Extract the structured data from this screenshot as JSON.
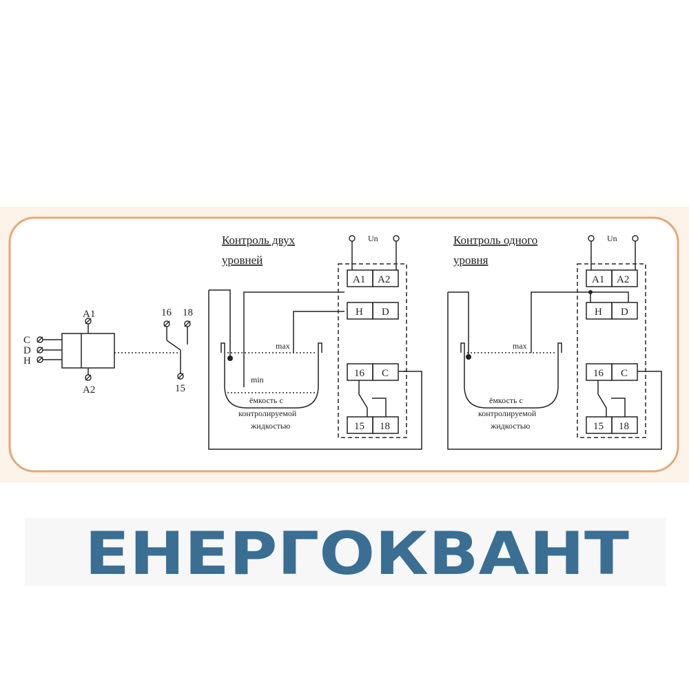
{
  "colors": {
    "panel_bg": "#fdf3e9",
    "panel_border": "#e9a774",
    "line": "#222222",
    "logo": "#3a6e93",
    "logo_strip_bg": "#f7f7f7"
  },
  "relay_symbol": {
    "left_terminals": [
      "C",
      "D",
      "H"
    ],
    "top_terminal": "A1",
    "bottom_terminal": "A2",
    "contact_terminals": {
      "top_left": "16",
      "top_right": "18",
      "bottom": "15"
    }
  },
  "two_level": {
    "title_line1": "Контроль двух",
    "title_line2": "уровней",
    "supply": "Un",
    "terminals": {
      "a1": "A1",
      "a2": "A2",
      "h": "H",
      "d": "D",
      "c16": "16",
      "c": "C",
      "c15": "15",
      "c18": "18"
    },
    "max_label": "max",
    "min_label": "min",
    "tank_label": [
      "ёмкость с",
      "контролируемой",
      "жидкостью"
    ]
  },
  "one_level": {
    "title_line1": "Контроль одного",
    "title_line2": "уровня",
    "supply": "Un",
    "terminals": {
      "a1": "A1",
      "a2": "A2",
      "h": "H",
      "d": "D",
      "c16": "16",
      "c": "C",
      "c15": "15",
      "c18": "18"
    },
    "max_label": "max",
    "tank_label": [
      "ёмкость с",
      "контролируемой",
      "жидкостью"
    ]
  },
  "logo": {
    "text": "ЕНЕРГОКВАНТ"
  }
}
